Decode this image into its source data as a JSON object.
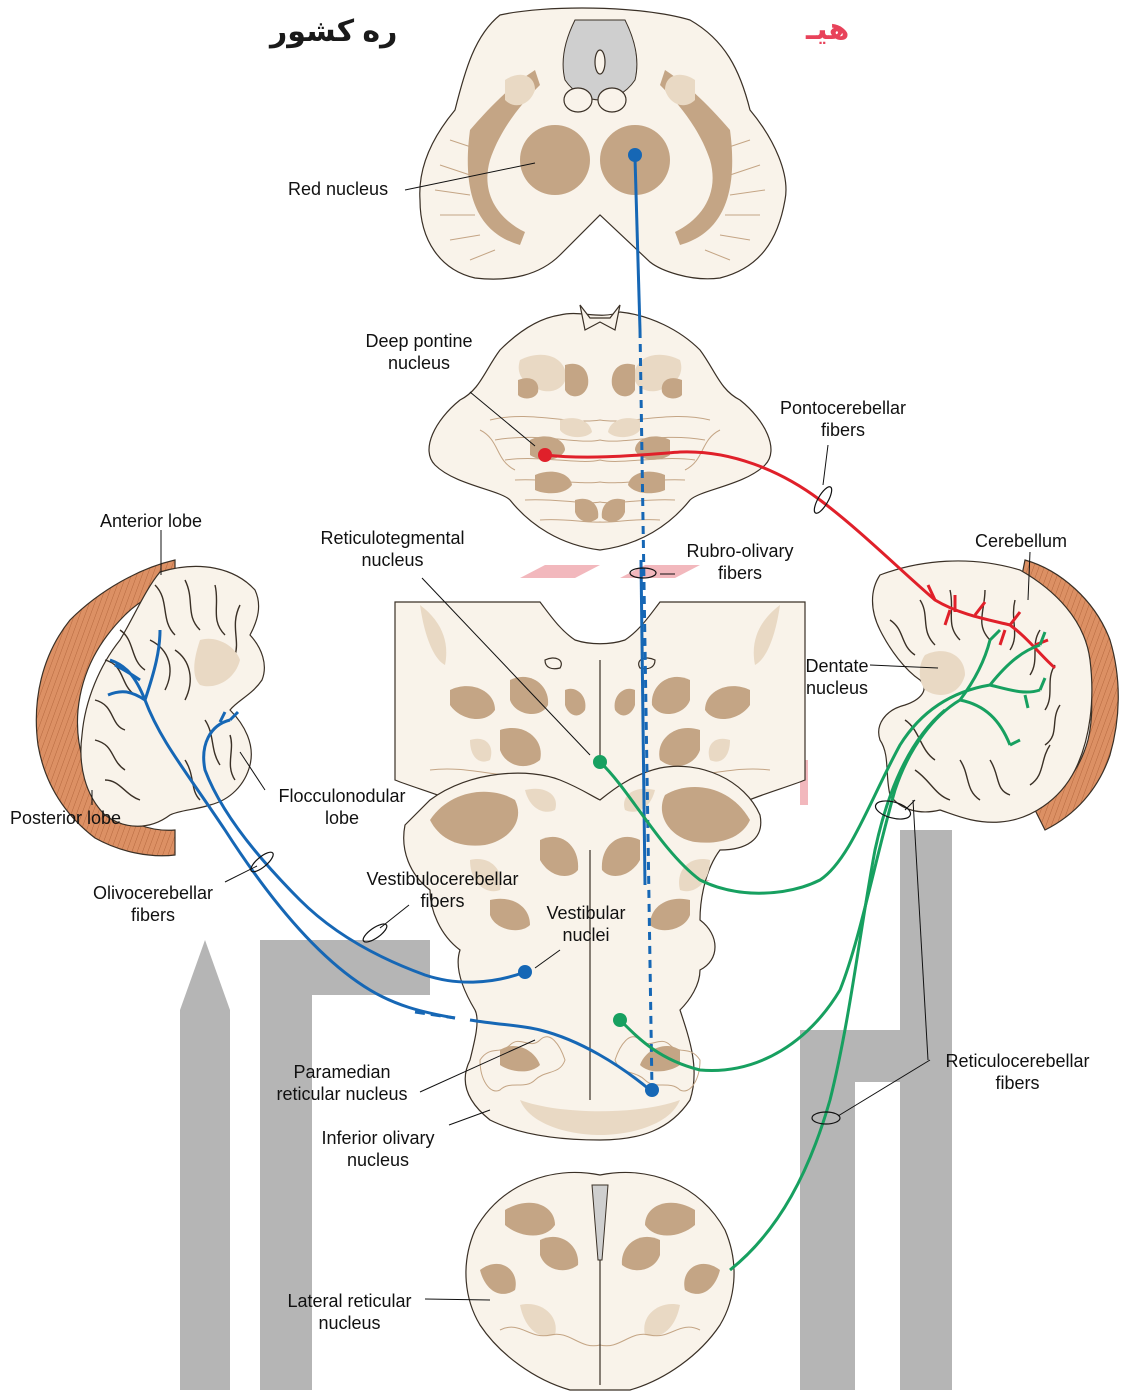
{
  "watermark": {
    "left_text": "ره کشور",
    "right_text": "هیـ",
    "left_color": "#1a1a1a",
    "right_color": "#e8425a",
    "logo_color": "#b5b5b5",
    "stripe_color": "#f2b8bd"
  },
  "colors": {
    "blue_pathway": "#1667b5",
    "red_pathway": "#e0202a",
    "green_pathway": "#17a060",
    "tissue_dark": "#c4a585",
    "tissue_light": "#e9d9c4",
    "tissue_base": "#f9f3ea",
    "cortex_orange": "#d98a5e",
    "outline": "#3a3026",
    "ventricle_gray": "#cfcfcf"
  },
  "labels": {
    "red_nucleus": "Red nucleus",
    "deep_pontine": [
      "Deep pontine",
      "nucleus"
    ],
    "pontocerebellar": [
      "Pontocerebellar",
      "fibers"
    ],
    "anterior_lobe": "Anterior lobe",
    "reticulotegmental": [
      "Reticulotegmental",
      "nucleus"
    ],
    "rubro_olivary": [
      "Rubro-olivary",
      "fibers"
    ],
    "cerebellum": "Cerebellum",
    "dentate": [
      "Dentate",
      "nucleus"
    ],
    "posterior_lobe": "Posterior lobe",
    "flocculonodular": [
      "Flocculonodular",
      "lobe"
    ],
    "olivocerebellar": [
      "Olivocerebellar",
      "fibers"
    ],
    "vestibulocerebellar": [
      "Vestibulocerebellar",
      "fibers"
    ],
    "vestibular": [
      "Vestibular",
      "nuclei"
    ],
    "paramedian": [
      "Paramedian",
      "reticular nucleus"
    ],
    "inferior_olivary": [
      "Inferior olivary",
      "nucleus"
    ],
    "reticulocerebellar": [
      "Reticulocerebellar",
      "fibers"
    ],
    "lateral_reticular": [
      "Lateral reticular",
      "nucleus"
    ]
  }
}
